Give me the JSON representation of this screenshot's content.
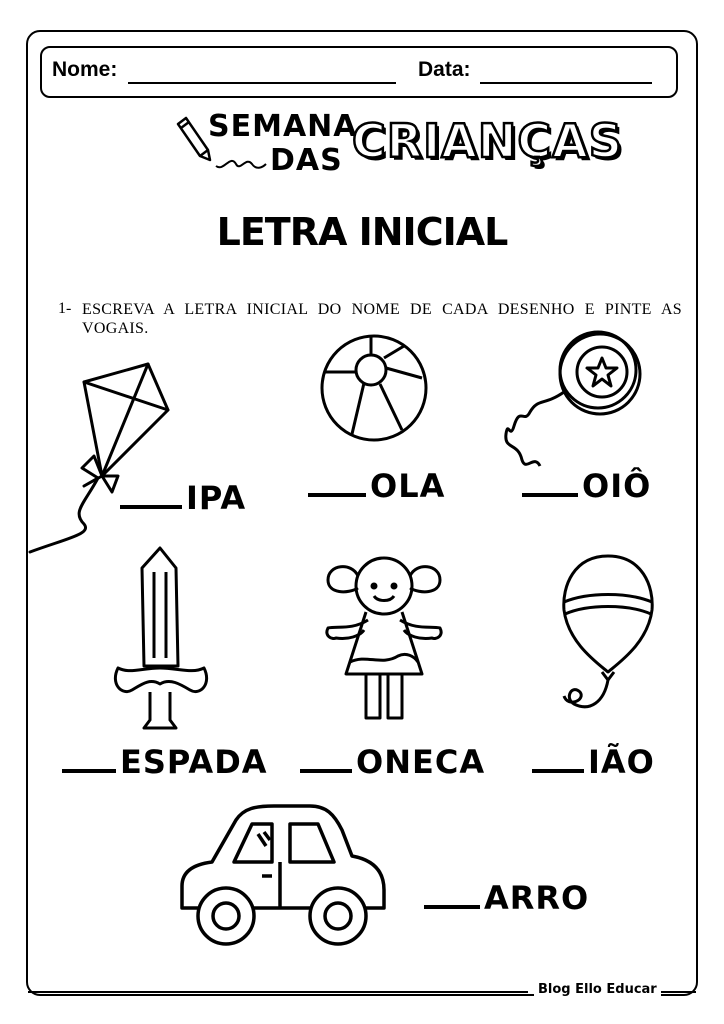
{
  "header": {
    "name_label": "Nome:",
    "date_label": "Data:"
  },
  "logo": {
    "line1": "SEMANA",
    "line2": "DAS",
    "line3": "CRIANÇAS"
  },
  "title": "LETRA INICIAL",
  "instruction": {
    "number": "1-",
    "text": "ESCREVA A LETRA INICIAL DO NOME DE CADA DESENHO E PINTE AS VOGAIS."
  },
  "items": [
    {
      "word": "IPA",
      "icon": "kite-icon"
    },
    {
      "word": "OLA",
      "icon": "ball-icon"
    },
    {
      "word": "OIÔ",
      "icon": "yoyo-icon"
    },
    {
      "word": "ESPADA",
      "icon": "sword-icon"
    },
    {
      "word": "ONECA",
      "icon": "doll-icon"
    },
    {
      "word": "IÃO",
      "icon": "balloon-icon"
    },
    {
      "word": "ARRO",
      "icon": "car-icon"
    }
  ],
  "footer": "Blog Ello Educar"
}
